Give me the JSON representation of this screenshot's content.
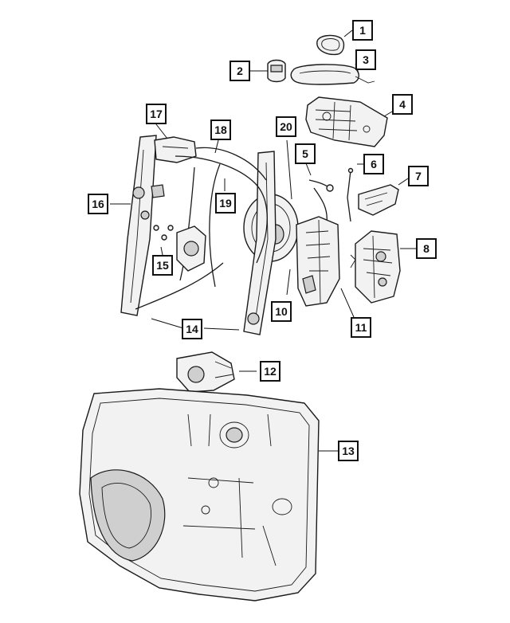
{
  "callouts": [
    "1",
    "2",
    "3",
    "4",
    "5",
    "6",
    "7",
    "8",
    "10",
    "11",
    "12",
    "13",
    "14",
    "15",
    "16",
    "17",
    "18",
    "19",
    "20"
  ],
  "parts": {
    "p1": "1",
    "p2": "2",
    "p3": "3",
    "p4": "4",
    "p5": "5",
    "p6": "6",
    "p7": "7",
    "p8": "8",
    "p10": "10",
    "p11": "11",
    "p12": "12",
    "p13": "13",
    "p14": "14",
    "p15": "15",
    "p16": "16",
    "p17": "17",
    "p18": "18",
    "p19": "19",
    "p20": "20"
  },
  "icons": {
    "handle_bezel": "handle-bezel-icon",
    "handle_cap": "handle-cap-icon",
    "exterior_handle": "exterior-handle-icon",
    "handle_bracket": "handle-bracket-icon",
    "window_regulator": "window-regulator-icon",
    "motor": "window-motor-icon",
    "door_module": "door-module-panel-icon"
  }
}
